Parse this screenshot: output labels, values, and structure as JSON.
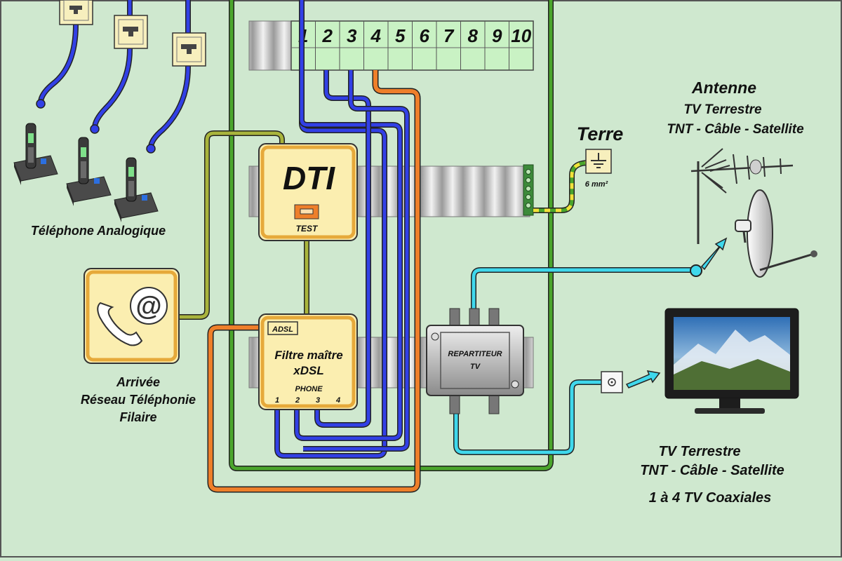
{
  "colors": {
    "background": "#cfe8cf",
    "wire_blue": "#3240e6",
    "wire_green": "#4aa52c",
    "wire_orange": "#ee7f2a",
    "wire_olive": "#a9b43c",
    "wire_cyan": "#3fd8ec",
    "box_fill": "#fbeeb0",
    "box_border": "#e6a93a",
    "terminal_fill": "#c9f2c4"
  },
  "terminal_block": {
    "numbers": [
      "1",
      "2",
      "3",
      "4",
      "5",
      "6",
      "7",
      "8",
      "9",
      "10"
    ]
  },
  "dti": {
    "title": "DTI",
    "test_label": "TEST"
  },
  "filter": {
    "badge": "ADSL",
    "title_line1": "Filtre maître",
    "title_line2": "xDSL",
    "phone_label": "PHONE",
    "ports": [
      "1",
      "2",
      "3",
      "4"
    ]
  },
  "splitter": {
    "label_line1": "REPARTITEUR",
    "label_line2": "TV"
  },
  "earth": {
    "title": "Terre",
    "wire_section": "6 mm²"
  },
  "antenna": {
    "title": "Antenne",
    "line2": "TV  Terrestre",
    "line3": "TNT - Câble - Satellite"
  },
  "phones": {
    "label": "Téléphone Analogique"
  },
  "arrival": {
    "line1": "Arrivée",
    "line2": "Réseau Téléphonie",
    "line3": "Filaire"
  },
  "tv": {
    "line1": "TV  Terrestre",
    "line2": "TNT - Câble - Satellite",
    "line3": "1 à 4 TV  Coaxiales"
  }
}
